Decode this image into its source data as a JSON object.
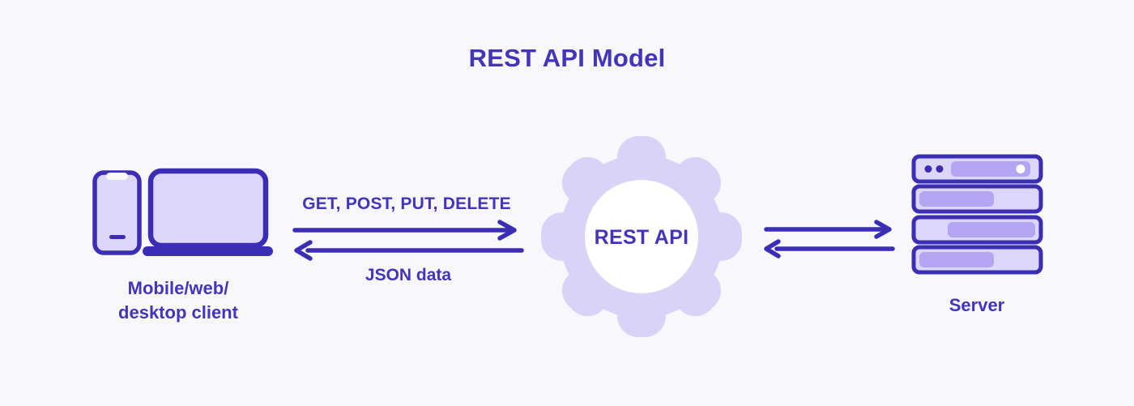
{
  "title": "REST API Model",
  "client": {
    "label_line1": "Mobile/web/",
    "label_line2": "desktop client"
  },
  "arrows": {
    "request_label": "GET, POST, PUT, DELETE",
    "response_label": "JSON data"
  },
  "gear": {
    "label": "REST API"
  },
  "server": {
    "label": "Server"
  },
  "colors": {
    "background": "#f7f7fc",
    "ink": "#4433bb",
    "line": "#3b2eb4",
    "icon-fill": "#dcd6f8",
    "gear-fill": "#d9d3f7",
    "bar-fill": "#b3a5f2"
  }
}
